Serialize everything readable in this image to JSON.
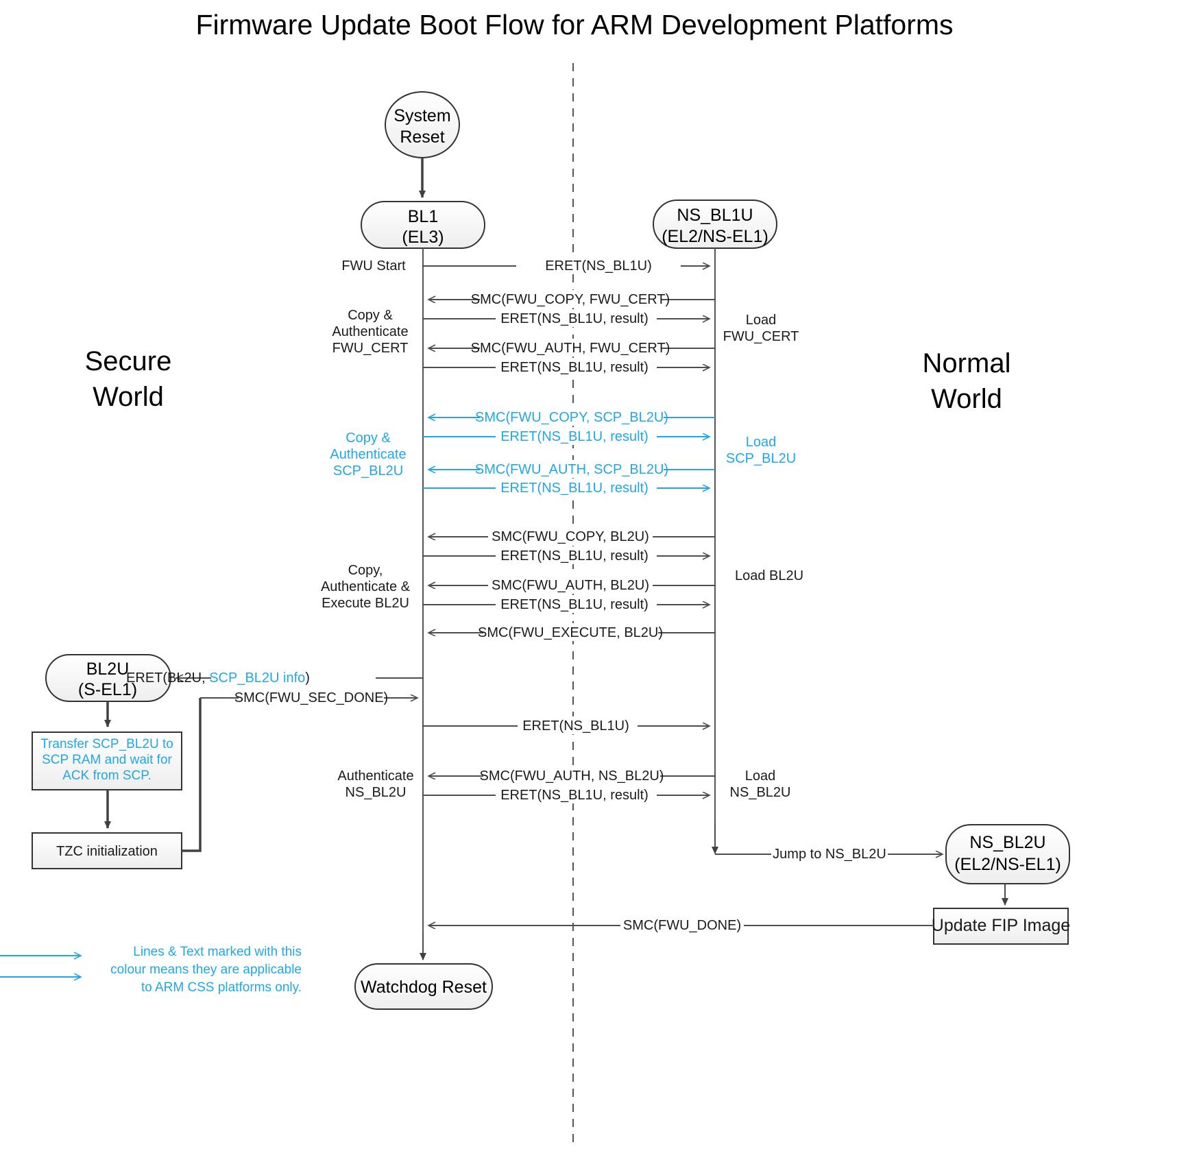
{
  "title": "Firmware Update Boot Flow for ARM Development Platforms",
  "worlds": {
    "left": "Secure\nWorld",
    "left_l1": "Secure",
    "left_l2": "World",
    "right_l1": "Normal",
    "right_l2": "World"
  },
  "nodes": {
    "system_reset_l1": "System",
    "system_reset_l2": "Reset",
    "bl1_l1": "BL1",
    "bl1_l2": "(EL3)",
    "nsbl1u_l1": "NS_BL1U",
    "nsbl1u_l2": "(EL2/NS-EL1)",
    "bl2u_l1": "BL2U",
    "bl2u_l2": "(S-EL1)",
    "nsbl2u_l1": "NS_BL2U",
    "nsbl2u_l2": "(EL2/NS-EL1)",
    "watchdog_reset": "Watchdog Reset",
    "update_fip": "Update FIP Image"
  },
  "process_boxes": {
    "transfer_l1": "Transfer SCP_BL2U to",
    "transfer_l2": "SCP RAM and wait for",
    "transfer_l3": "ACK from SCP.",
    "tzc": "TZC initialization"
  },
  "messages": [
    {
      "text": "ERET(NS_BL1U)",
      "dir": "rtl-right",
      "color": "black"
    },
    {
      "text": "SMC(FWU_COPY, FWU_CERT)",
      "dir": "left",
      "color": "black"
    },
    {
      "text": "ERET(NS_BL1U, result)",
      "dir": "right",
      "color": "black"
    },
    {
      "text": "SMC(FWU_AUTH, FWU_CERT)",
      "dir": "left",
      "color": "black"
    },
    {
      "text": "ERET(NS_BL1U, result)",
      "dir": "right",
      "color": "black"
    },
    {
      "text": "SMC(FWU_COPY, SCP_BL2U)",
      "dir": "left",
      "color": "blue"
    },
    {
      "text": "ERET(NS_BL1U, result)",
      "dir": "right",
      "color": "blue"
    },
    {
      "text": "SMC(FWU_AUTH, SCP_BL2U)",
      "dir": "left",
      "color": "blue"
    },
    {
      "text": "ERET(NS_BL1U, result)",
      "dir": "right",
      "color": "blue"
    },
    {
      "text": "SMC(FWU_COPY, BL2U)",
      "dir": "left",
      "color": "black"
    },
    {
      "text": "ERET(NS_BL1U, result)",
      "dir": "right",
      "color": "black"
    },
    {
      "text": "SMC(FWU_AUTH, BL2U)",
      "dir": "left",
      "color": "black"
    },
    {
      "text": "ERET(NS_BL1U, result)",
      "dir": "right",
      "color": "black"
    },
    {
      "text": "SMC(FWU_EXECUTE, BL2U)",
      "dir": "left",
      "color": "black"
    },
    {
      "text": "SMC(FWU_SEC_DONE)",
      "dir": "right",
      "color": "black"
    },
    {
      "text": "ERET(NS_BL1U)",
      "dir": "right",
      "color": "black"
    },
    {
      "text": "SMC(FWU_AUTH, NS_BL2U)",
      "dir": "left",
      "color": "black"
    },
    {
      "text": "ERET(NS_BL1U, result)",
      "dir": "right",
      "color": "black"
    },
    {
      "text": "Jump to NS_BL2U",
      "dir": "right",
      "color": "black"
    },
    {
      "text": "SMC(FWU_DONE)",
      "dir": "left",
      "color": "black"
    }
  ],
  "eret_bl2u": {
    "prefix": "ERET(BL2U, ",
    "highlight": "SCP_BL2U info",
    "suffix": ")"
  },
  "side_labels": {
    "fwu_start": "FWU Start",
    "copy_auth_cert_l1": "Copy &",
    "copy_auth_cert_l2": "Authenticate",
    "copy_auth_cert_l3": "FWU_CERT",
    "load_fwu_cert_l1": "Load",
    "load_fwu_cert_l2": "FWU_CERT",
    "copy_auth_scp_l1": "Copy &",
    "copy_auth_scp_l2": "Authenticate",
    "copy_auth_scp_l3": "SCP_BL2U",
    "load_scp_l1": "Load",
    "load_scp_l2": "SCP_BL2U",
    "copy_auth_exec_l1": "Copy,",
    "copy_auth_exec_l2": "Authenticate &",
    "copy_auth_exec_l3": "Execute BL2U",
    "load_bl2u": "Load BL2U",
    "auth_nsbl2u_l1": "Authenticate",
    "auth_nsbl2u_l2": "NS_BL2U",
    "load_nsbl2u_l1": "Load",
    "load_nsbl2u_l2": "NS_BL2U"
  },
  "legend": {
    "l1": "Lines & Text marked with this",
    "l2": "colour means they are applicable",
    "l3": "to ARM CSS platforms only."
  },
  "colors": {
    "accent": "#1fa7e8",
    "line": "#4d4d4d",
    "text": "#1a1a1a",
    "node_fill": "#f4f4f4"
  }
}
